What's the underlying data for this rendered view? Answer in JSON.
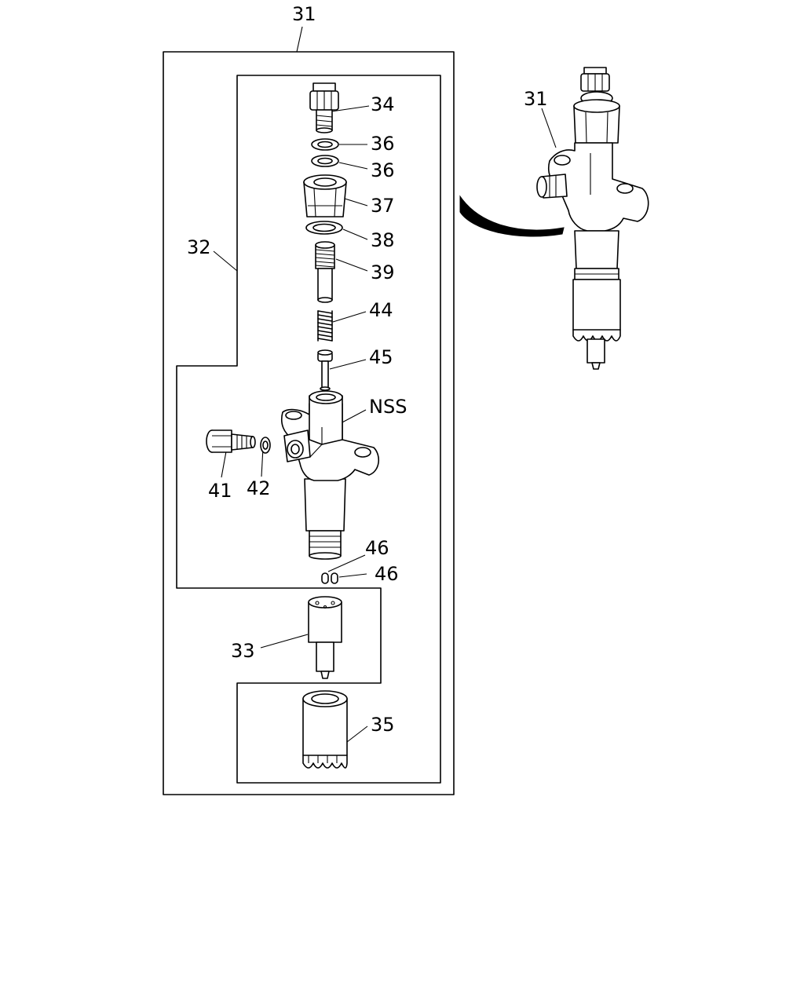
{
  "diagram": {
    "labels": {
      "assembly_top": "31",
      "assembly_right": "31",
      "body_group": "32",
      "nozzle": "33",
      "bolt": "34",
      "retaining_nut": "35",
      "washer_a": "36",
      "washer_b": "36",
      "cap_nut": "37",
      "gasket": "38",
      "adjusting_screw": "39",
      "inlet_connector": "41",
      "inlet_washer": "42",
      "spring": "44",
      "spindle": "45",
      "pin_a": "46",
      "pin_b": "46",
      "holder_body": "NSS"
    }
  }
}
